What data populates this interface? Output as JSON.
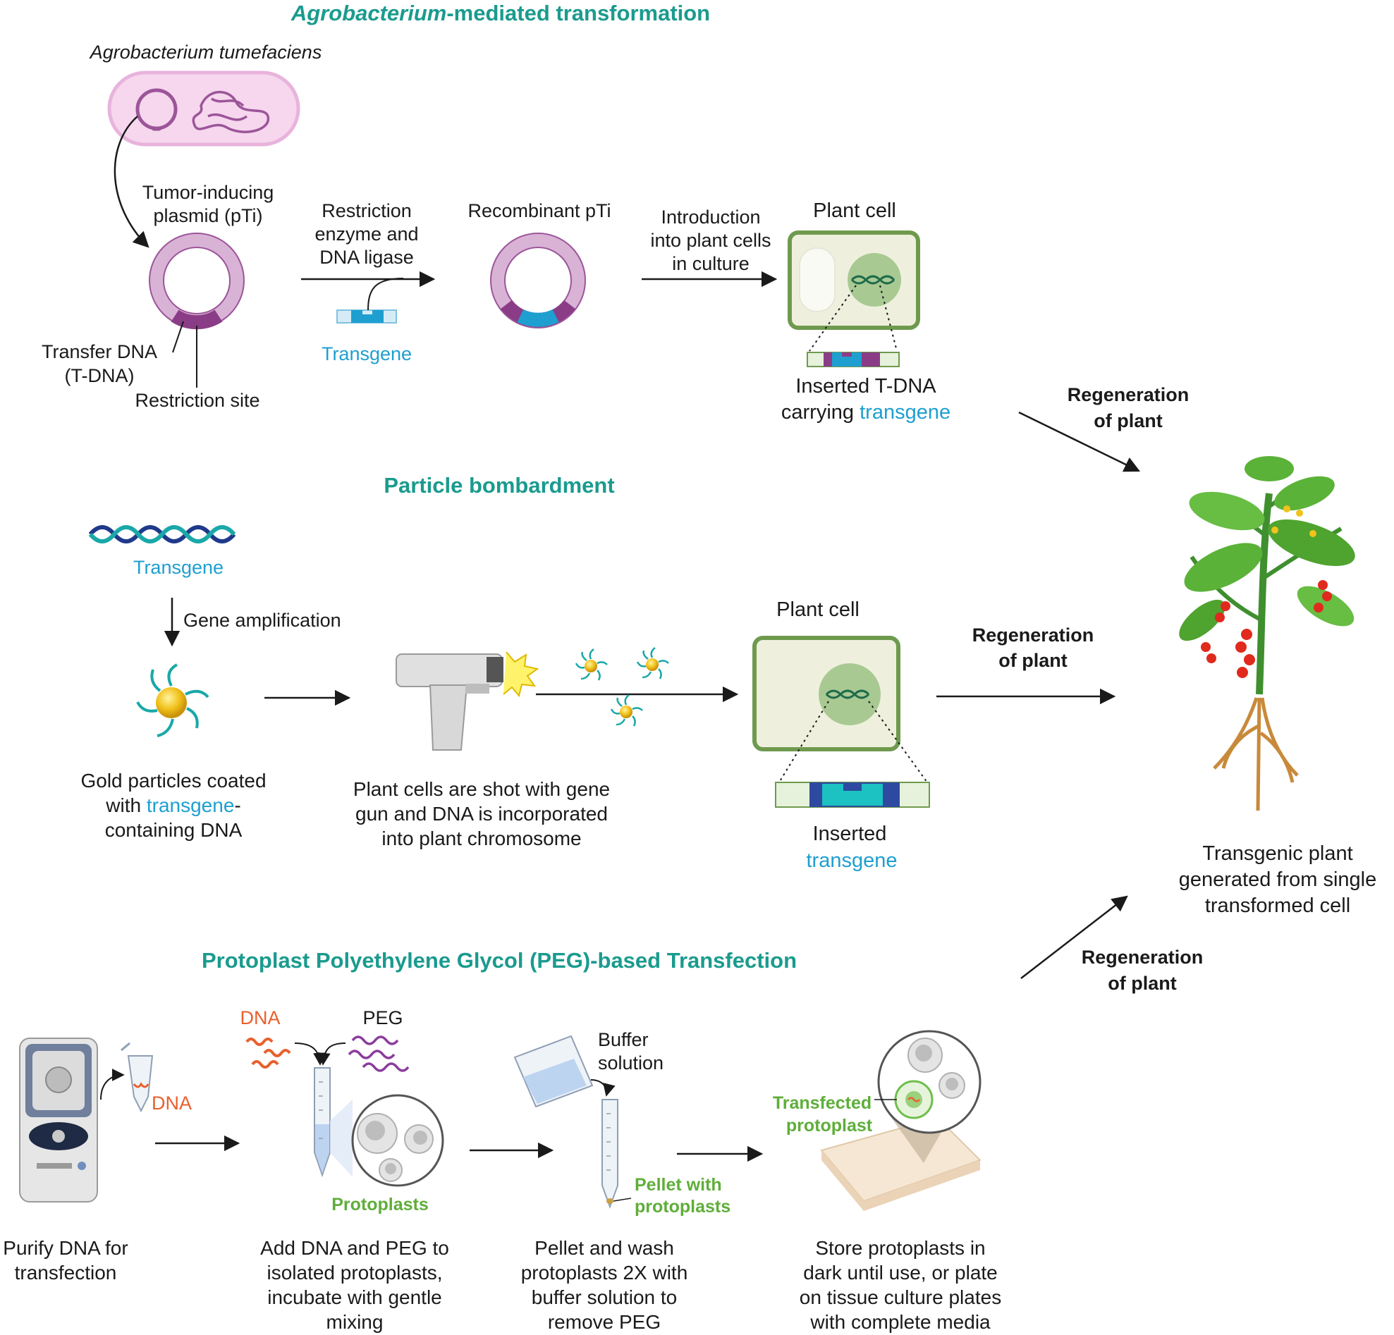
{
  "colors": {
    "title": "#1a9b8e",
    "transgene": "#1e9fd0",
    "dna": "#e8602c",
    "protoplast": "#5fae3a",
    "plasmid": "#d9b3d6",
    "cell_wall": "#6f9a4e"
  },
  "agro": {
    "title_italic": "Agrobacterium",
    "title_rest": "-mediated transformation",
    "species": "Agrobacterium tumefaciens",
    "plasmid_label": [
      "Tumor-inducing",
      "plasmid (pTi)"
    ],
    "tdna_label": [
      "Transfer DNA",
      "(T-DNA)"
    ],
    "restriction_site": "Restriction site",
    "enzyme_label": [
      "Restriction",
      "enzyme and",
      "DNA ligase"
    ],
    "transgene": "Transgene",
    "recombinant": "Recombinant pTi",
    "introduction": [
      "Introduction",
      "into plant cells",
      "in culture"
    ],
    "plant_cell": "Plant cell",
    "inserted_line1": "Inserted T-DNA",
    "inserted_line2_a": "carrying ",
    "inserted_line2_b": "transgene"
  },
  "regen": {
    "line1": "Regeneration",
    "line2": "of plant"
  },
  "particle": {
    "title": "Particle bombardment",
    "transgene": "Transgene",
    "amplification": "Gene amplification",
    "gold_line1": "Gold particles coated",
    "gold_line2_a": "with ",
    "gold_line2_b": "transgene",
    "gold_line2_c": "-",
    "gold_line3": "containing DNA",
    "gun_text": [
      "Plant cells are shot with gene",
      "gun and DNA is incorporated",
      "into plant chromosome"
    ],
    "plant_cell": "Plant cell",
    "inserted": "Inserted",
    "inserted_transgene": "transgene"
  },
  "plant": {
    "caption": [
      "Transgenic plant",
      "generated from single",
      "transformed cell"
    ]
  },
  "peg": {
    "title": "Protoplast Polyethylene Glycol (PEG)-based Transfection",
    "dna_tube": "DNA",
    "dna": "DNA",
    "peg": "PEG",
    "protoplasts": "Protoplasts",
    "buffer": [
      "Buffer",
      "solution"
    ],
    "pellet": [
      "Pellet with",
      "protoplasts"
    ],
    "transfected": [
      "Transfected",
      "protoplast"
    ],
    "step1": [
      "Purify DNA for",
      "transfection"
    ],
    "step2": [
      "Add DNA and PEG to",
      "isolated protoplasts,",
      "incubate with gentle",
      "mixing"
    ],
    "step3": [
      "Pellet and wash",
      "protoplasts 2X with",
      "buffer solution to",
      "remove PEG"
    ],
    "step4": [
      "Store protoplasts in",
      "dark until use, or plate",
      "on tissue culture plates",
      "with complete media"
    ]
  }
}
